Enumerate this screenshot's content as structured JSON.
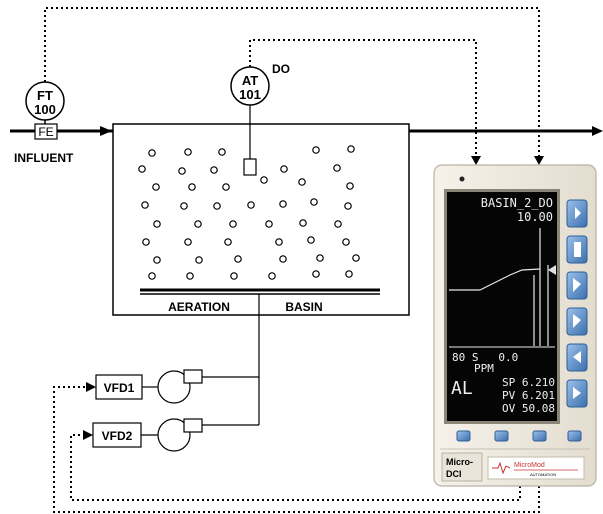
{
  "instruments": {
    "ft": {
      "line1": "FT",
      "line2": "100"
    },
    "fe": "FE",
    "at": {
      "line1": "AT",
      "line2": "101"
    },
    "do_label": "DO"
  },
  "labels": {
    "influent": "INFLUENT",
    "basin_left": "AERATION",
    "basin_right": "BASIN"
  },
  "drives": {
    "vfd1": "VFD1",
    "vfd2": "VFD2"
  },
  "controller": {
    "tag": "BASIN_2_DO",
    "top_value": "10.00",
    "row_low": "80 S   0.0",
    "units": "PPM",
    "alarm": "AL",
    "sp": "SP 6.210",
    "pv": "PV 6.201",
    "ov": "OV 50.08",
    "brand_line1": "Micro-",
    "brand_line2": "DCI",
    "maker": "MicroMod",
    "maker_sub": "AUTOMATION"
  },
  "colors": {
    "line": "#000000",
    "screen_bg": "#050505",
    "faceplate": "#efeae0",
    "key_blue": "#5b8ec8"
  }
}
